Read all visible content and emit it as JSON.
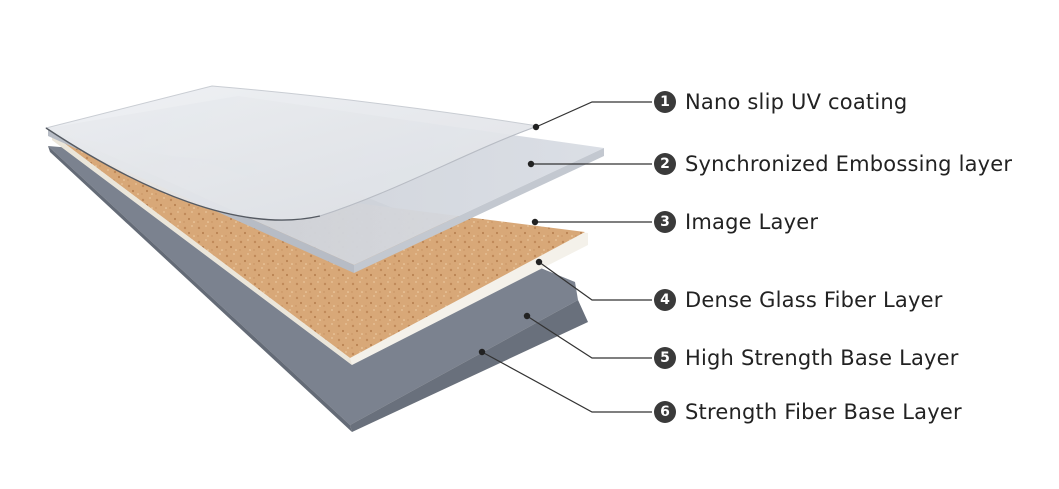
{
  "layers": [
    {
      "number": "1",
      "label": "Nano slip UV coating"
    },
    {
      "number": "2",
      "label": "Synchronized Embossing layer"
    },
    {
      "number": "3",
      "label": "Image Layer"
    },
    {
      "number": "4",
      "label": "Dense Glass Fiber Layer"
    },
    {
      "number": "5",
      "label": "High Strength Base Layer"
    },
    {
      "number": "6",
      "label": "Strength Fiber Base Layer"
    }
  ],
  "colors": {
    "uv_coating": "#e6e8ec",
    "embossing": "#cfd3da",
    "image_layer": "#d9a97a",
    "glass_fiber": "#f1eee6",
    "base_layer": "#7b828f",
    "leader_line": "#333333"
  }
}
